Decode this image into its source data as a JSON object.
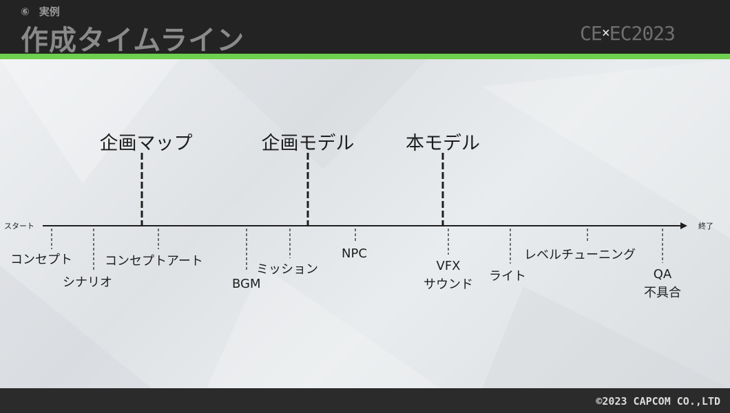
{
  "header": {
    "section_number": "⑥",
    "section_label": "実例",
    "title": "作成タイムライン",
    "logo_left": "CE",
    "logo_mark": "×",
    "logo_right": "EC2023"
  },
  "timeline": {
    "start_label": "スタート",
    "end_label": "終了",
    "milestones": [
      {
        "label": "企画マップ"
      },
      {
        "label": "企画モデル"
      },
      {
        "label": "本モデル"
      }
    ],
    "tasks": [
      {
        "label": "コンセプト"
      },
      {
        "label": "シナリオ"
      },
      {
        "label": "コンセプトアート"
      },
      {
        "label": "BGM"
      },
      {
        "label": "ミッション"
      },
      {
        "label": "NPC"
      },
      {
        "label": "VFX"
      },
      {
        "label": "サウンド"
      },
      {
        "label": "ライト"
      },
      {
        "label": "レベルチューニング"
      },
      {
        "label": "QA"
      },
      {
        "label": "不具合"
      }
    ]
  },
  "footer": {
    "copyright": "©2023 CAPCOM CO.,LTD"
  },
  "colors": {
    "header_bg": "#232323",
    "accent": "#6fcf4e",
    "content_bg": "#e3e6e9"
  }
}
